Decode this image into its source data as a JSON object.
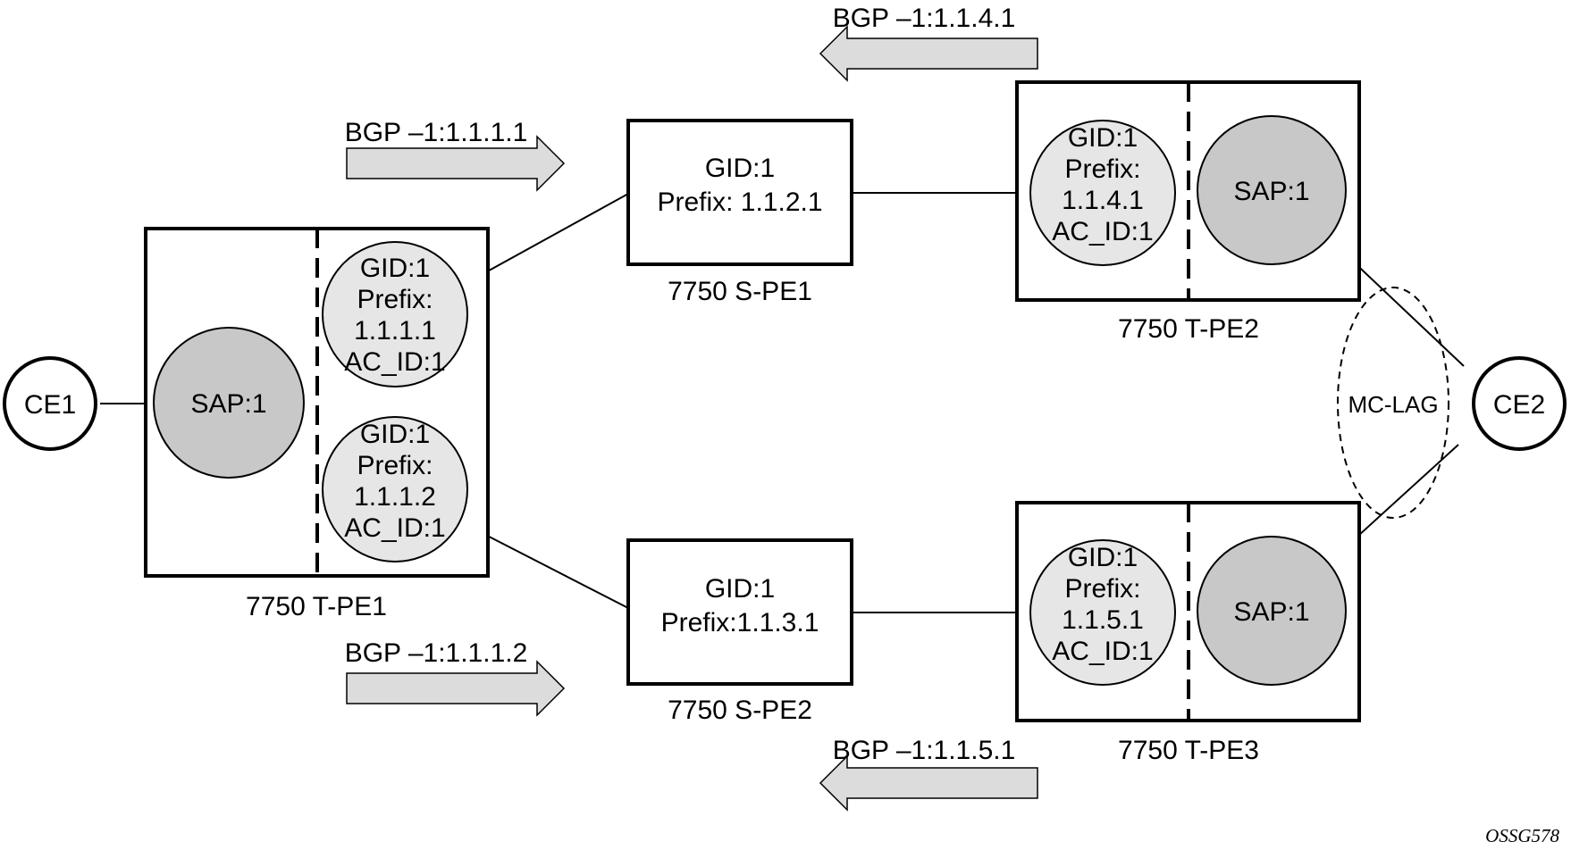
{
  "figure_id": "OSSG578",
  "colors": {
    "sap_fill": "#c8c8c8",
    "pw_fill": "#e6e6e6",
    "arrow_fill": "#dcdcdc",
    "stroke": "#000000"
  },
  "nodes": {
    "ce1": "CE1",
    "ce2": "CE2",
    "tpe1": {
      "label": "7750 T-PE1",
      "sap": "SAP:1",
      "pw_a": [
        "GID:1",
        "Prefix:",
        "1.1.1.1",
        "AC_ID:1"
      ],
      "pw_b": [
        "GID:1",
        "Prefix:",
        "1.1.1.2",
        "AC_ID:1"
      ]
    },
    "spe1": {
      "label": "7750 S-PE1",
      "lines": [
        "GID:1",
        "Prefix: 1.1.2.1"
      ]
    },
    "spe2": {
      "label": "7750 S-PE2",
      "lines": [
        "GID:1",
        "Prefix:1.1.3.1"
      ]
    },
    "tpe2": {
      "label": "7750 T-PE2",
      "sap": "SAP:1",
      "pw": [
        "GID:1",
        "Prefix:",
        "1.1.4.1",
        "AC_ID:1"
      ]
    },
    "tpe3": {
      "label": "7750 T-PE3",
      "sap": "SAP:1",
      "pw": [
        "GID:1",
        "Prefix:",
        "1.1.5.1",
        "AC_ID:1"
      ]
    }
  },
  "mc_lag": "MC-LAG",
  "bgp_labels": {
    "tpe2": "BGP –1:1.1.4.1",
    "tpe1_top": "BGP –1:1.1.1.1",
    "tpe1_bottom": "BGP –1:1.1.1.2",
    "tpe3": "BGP –1:1.1.5.1"
  }
}
